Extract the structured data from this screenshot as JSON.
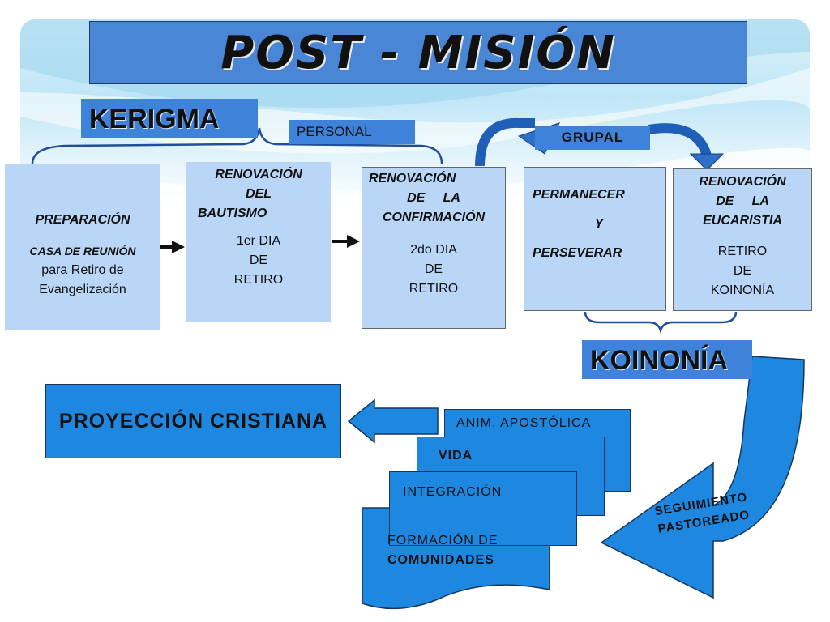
{
  "title": "POST  -  MISIÓN",
  "labels": {
    "kerigma": "KERIGMA",
    "personal": "PERSONAL",
    "grupal": "GRUPAL",
    "koinonia": "KOINONÍA"
  },
  "cards": {
    "preparacion": {
      "line1": "PREPARACIÓN",
      "line2": "CASA  DE REUNIÓN",
      "line3": "para Retiro de",
      "line4": "Evangelización"
    },
    "bautismo": {
      "line1": "RENOVACIÓN",
      "line2": "DEL",
      "line3": "BAUTISMO",
      "line4": "1er DIA",
      "line5": "DE",
      "line6": "RETIRO"
    },
    "confirmacion": {
      "line1": "RENOVACIÓN",
      "line2": "DE     LA",
      "line3": "CONFIRMACIÓN",
      "line4": "2do DIA",
      "line5": "DE",
      "line6": "RETIRO"
    },
    "permanecer": {
      "line1": "PERMANECER",
      "line2": "Y",
      "line3": "PERSEVERAR"
    },
    "eucaristia": {
      "line1": "RENOVACIÓN",
      "line2": "DE     LA",
      "line3": "EUCARISTIA",
      "line4": "RETIRO",
      "line5": "DE",
      "line6": "KOINONÍA"
    }
  },
  "proyeccion": "PROYECCIÓN  CRISTIANA",
  "stack": {
    "anim": "ANIM.  APOSTÓLICA",
    "vida": "VIDA",
    "integracion": "INTEGRACIÓN",
    "formacion_line1": "FORMACIÓN  DE",
    "formacion_line2": "COMUNIDADES"
  },
  "seguimiento": {
    "line1": "SEGUIMIENTO",
    "line2": "PASTOREADO"
  },
  "colors": {
    "title_bg": "#4a86d6",
    "card_bg": "#b9d6f7",
    "accent": "#1e88e0",
    "label_bg": "#3f82d9"
  }
}
